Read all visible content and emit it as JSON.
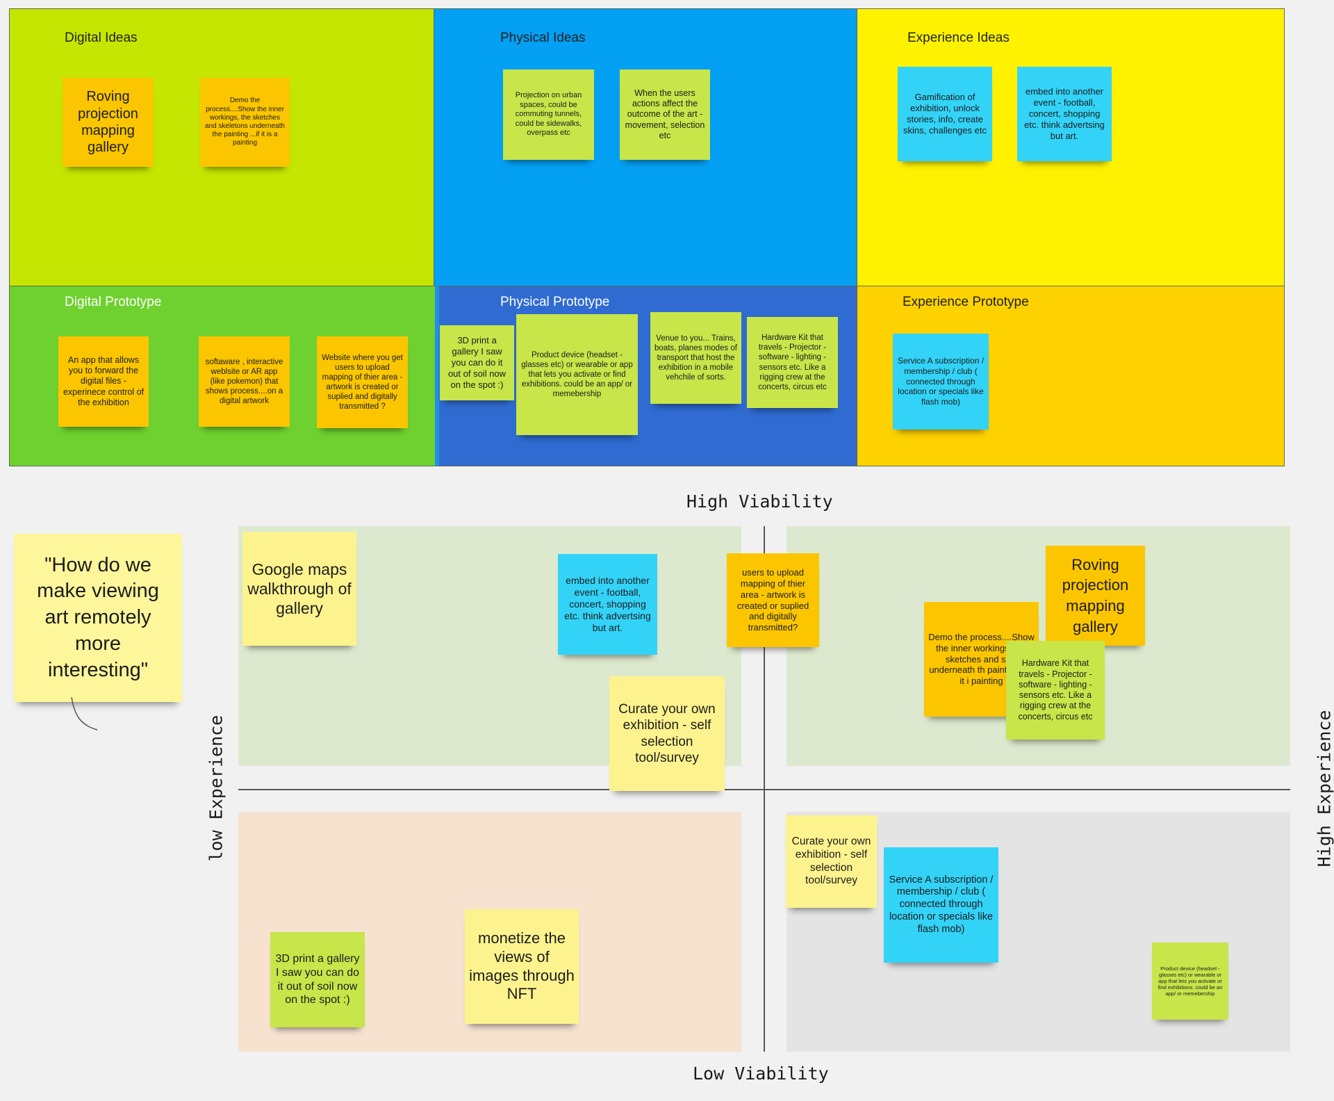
{
  "colors": {
    "lime": "#c5e600",
    "blue_zone": "#03a0f3",
    "yellow_zone": "#fff200",
    "green_zone": "#6fd12f",
    "dark_blue_zone": "#2f6bd1",
    "gold_zone": "#fdd200",
    "note_orange": "#fbc600",
    "note_lime": "#c8e54a",
    "note_cyan": "#33d3f7",
    "note_yellow": "#fdf38e",
    "note_pale_yellow": "#fdf69b",
    "quad_green": "#dde9cf",
    "quad_peach": "#f6e2cf",
    "quad_gray": "#e4e4e4"
  },
  "zones": {
    "digital_ideas": "Digital Ideas",
    "physical_ideas": "Physical Ideas",
    "experience_ideas": "Experience Ideas",
    "digital_prototype": "Digital Prototype",
    "physical_prototype": "Physical Prototype",
    "experience_prototype": "Experience Prototype"
  },
  "notes": {
    "roving_top": "Roving projection mapping gallery",
    "demo_top": "Demo the process....Show the inner workings, the sketches and skeletons underneath the painting ...if it is a painting",
    "projection_urban": "Projection on urban spaces, could be commuting tunnels, could be sidewalks, overpass etc",
    "users_actions": "When the users actions affect the outcome of the art - movement, selection etc",
    "gamification": "Gamification of exhibition, unlock stories, info, create skins, challenges etc",
    "embed_top": "embed into another event - football, concert, shopping etc. think advertsing but art.",
    "app_forward": "An app that allows you to forward the digital files - experinece control of the exhibition",
    "softaware": "softaware , interactive weblsite or AR app (like pokemon)  that shows process....on a digital artwork",
    "website_upload": "Website where you get users to upload mapping of thier area - artwork is created or suplied and digitally transmitted ?",
    "print_3d_top": "3D print a gallery  I saw you can do it out of soil now on the spot :)",
    "product_top": "Product device (headset - glasses etc) or wearable or app that lets you activate or find exhibitions. could be an app/ or memebership",
    "venue": "Venue to you... Trains, boats, planes modes of transport that host the exhibition in a mobile vehchile of sorts.",
    "hardware_top": "Hardware  Kit that travels - Projector - software - lighting - sensors etc. Like a rigging crew at the concerts, circus etc",
    "service_top": "Service A subscription / membership / club ( connected through location or specials like flash mob)",
    "question": "\"How do we make viewing art remotely more interesting\"",
    "google_maps": "Google maps walkthrough of gallery",
    "embed_bottom": "embed into another event - football, concert, shopping etc. think advertsing but art.",
    "users_upload": "users to upload mapping of thier area - artwork is created or suplied and digitally transmitted?",
    "roving_bottom": "Roving projection mapping gallery",
    "demo_bottom": "Demo the process....Show the inner workings, the sketches and skel underneath th painting ...if it i painting",
    "hardware_bottom": "Hardware  Kit that travels - Projector - software - lighting - sensors etc. Like a rigging crew at the concerts, circus etc",
    "curate_center": "Curate your own exhibition - self selection tool/survey",
    "curate_right": "Curate your own exhibition - self selection tool/survey",
    "service_bottom": "Service A subscription / membership / club ( connected through location or specials like flash mob)",
    "print_3d_bottom": "3D print a gallery  I saw you can do it out of soil now on the spot :)",
    "monetize": "monetize the views of images through NFT",
    "product_bottom": "Product device (headset - glasses etc) or wearable or app that lets you activate or find exhibitions. could be an app/ or memebership"
  },
  "axes": {
    "high_viability": "High Viability",
    "low_viability": "Low Viability",
    "low_experience": "low Experience",
    "high_experience": "High Experience"
  }
}
